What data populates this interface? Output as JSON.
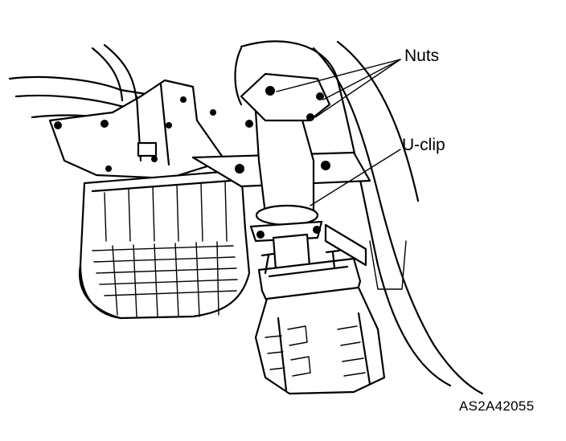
{
  "callouts": {
    "nuts": "Nuts",
    "u_clip": "U-clip"
  },
  "figure_code": "AS2A42055"
}
